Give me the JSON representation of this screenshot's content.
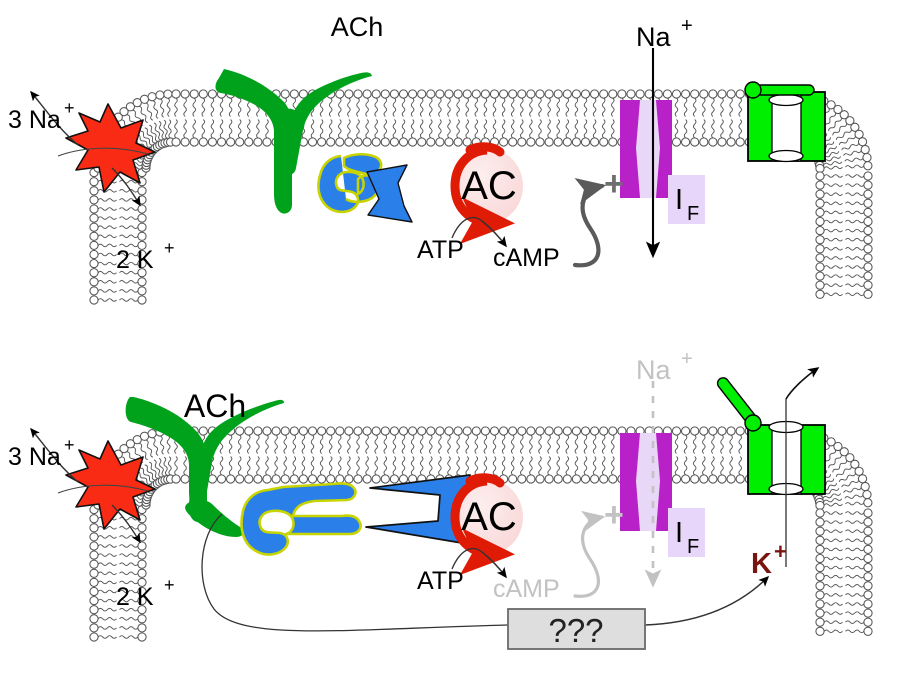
{
  "figure": {
    "title": "Muscarinic ACh signalling in sinoatrial node cell (control vs ACh-stimulated)",
    "type": "two-panel cell-membrane signalling diagram"
  },
  "colors": {
    "receptor_green": "#00a21c",
    "gprotein_blue": "#2a7fe8",
    "gprotein_outline": "#c8d400",
    "pump_red": "#f92b14",
    "ac_ring_red": "#e01b05",
    "ac_fill_pink": "#fbe0e0",
    "hcn_purple": "#b820c8",
    "hcn_pore_lavender": "#e9d7f7",
    "if_box_lavender": "#e7d6fa",
    "girk_green": "#00ef00",
    "membrane_gray": "#555555",
    "faded_gray": "#c2c2c2",
    "arrow_gray": "#5a5a5a",
    "k_label_maroon": "#7a1410",
    "unknown_box_fill": "#dedede",
    "unknown_box_stroke": "#6a6a6a",
    "black": "#000000"
  },
  "top_panel": {
    "name": "control-state",
    "labels": {
      "ach": "ACh",
      "na_out": "3 Na",
      "na_out_sup": "+",
      "k_in": "2 K",
      "k_in_sup": "+",
      "na_influx": "Na",
      "na_influx_sup": "+",
      "ac": "AC",
      "atp": "ATP",
      "camp": "cAMP",
      "plus": "+",
      "if_main": "I",
      "if_sub": "F"
    },
    "elements": {
      "pump": "sodium-potassium-pump",
      "receptor": "muscarinic-receptor-unbound",
      "gprotein": "gi-protein-heterotrimer-inactive",
      "gi_subunit": "gi-alpha-subunit",
      "adenylate_cyclase": "adenylate-cyclase-active",
      "hcn_channel": "hcn-funny-current-channel-open",
      "girk_channel": "girk-potassium-channel-closed"
    },
    "states": {
      "ach_bound": "false",
      "camp_active": "true",
      "if_current_flowing": "true",
      "k_channel_open": "false"
    }
  },
  "bottom_panel": {
    "name": "ach-stimulated-state",
    "labels": {
      "ach": "ACh",
      "na_out": "3 Na",
      "na_out_sup": "+",
      "k_in": "2 K",
      "k_in_sup": "+",
      "na_influx": "Na",
      "na_influx_sup": "+",
      "ac": "AC",
      "atp": "ATP",
      "camp": "cAMP",
      "plus": "+",
      "if_main": "I",
      "if_sub": "F",
      "k_efflux": "K",
      "k_efflux_sup": "+",
      "unknown": "???"
    },
    "elements": {
      "pump": "sodium-potassium-pump",
      "receptor": "muscarinic-receptor-ach-bound",
      "gprotein": "gi-protein-beta-gamma",
      "gi_subunit": "gi-alpha-subunit-dissociated",
      "adenylate_cyclase": "adenylate-cyclase-inhibited",
      "hcn_channel": "hcn-funny-current-channel-inhibited",
      "girk_channel": "girk-potassium-channel-open",
      "unknown_mediator": "unknown-pathway-box"
    },
    "states": {
      "ach_bound": "true",
      "camp_active": "false",
      "if_current_flowing": "false",
      "k_channel_open": "true"
    }
  }
}
